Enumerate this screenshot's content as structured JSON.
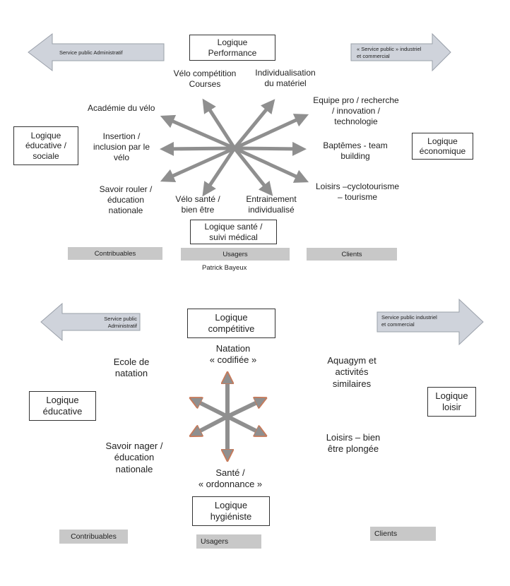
{
  "top": {
    "logiques": {
      "performance": [
        "Logique",
        "Performance"
      ],
      "educative": [
        "Logique",
        "éducative /",
        "sociale"
      ],
      "economique": [
        "Logique",
        "économique"
      ],
      "sante": [
        "Logique santé /",
        "suivi médical"
      ]
    },
    "labels": {
      "velo_competition": [
        "Vélo compétition",
        "Courses"
      ],
      "individualisation": [
        "Individualisation",
        "du matériel"
      ],
      "academie": [
        "Académie du vélo"
      ],
      "equipe_pro": [
        "Equipe pro / recherche",
        "/ innovation /",
        "technologie"
      ],
      "insertion": [
        "Insertion /",
        "inclusion par le",
        "vélo"
      ],
      "baptemes": [
        "Baptêmes - team",
        "building"
      ],
      "savoir_rouler": [
        "Savoir rouler /",
        "éducation",
        "nationale"
      ],
      "loisirs": [
        "Loisirs –cyclotourisme",
        "– tourisme"
      ],
      "velo_sante": [
        "Vélo santé /",
        "bien être"
      ],
      "entrainement": [
        "Entrainement",
        "individualisé"
      ]
    },
    "arrow_left": "Service public Administratif",
    "arrow_right": [
      "« Service public » industriel",
      "et commercial"
    ],
    "bars": {
      "contribuables": "Contribuables",
      "usagers": "Usagers",
      "clients": "Clients"
    },
    "author": "Patrick Bayeux"
  },
  "bottom": {
    "logiques": {
      "competitive": [
        "Logique",
        "compétitive"
      ],
      "educative": [
        "Logique",
        "éducative"
      ],
      "loisir": [
        "Logique",
        "loisir"
      ],
      "hygieniste": [
        "Logique",
        "hygiéniste"
      ]
    },
    "labels": {
      "natation": [
        "Natation",
        "« codifiée »"
      ],
      "ecole": [
        "Ecole de",
        "natation"
      ],
      "aquagym": [
        "Aquagym et",
        "activités",
        "similaires"
      ],
      "savoir_nager": [
        "Savoir nager /",
        "éducation",
        "nationale"
      ],
      "loisirs_bien_etre": [
        "Loisirs – bien",
        "être plongée"
      ],
      "sante": [
        "Santé /",
        "« ordonnance »"
      ]
    },
    "arrow_left": [
      "Service public",
      "Administratif"
    ],
    "arrow_right": [
      "Service public industriel",
      "et commercial"
    ],
    "bars": {
      "contribuables": "Contribuables",
      "usagers": "Usagers",
      "clients": "Clients"
    }
  },
  "colors": {
    "arrow_fill": "#8f8f8f",
    "side_arrow_fill": "#cfd3db",
    "bar_fill": "#c8c8c8"
  }
}
